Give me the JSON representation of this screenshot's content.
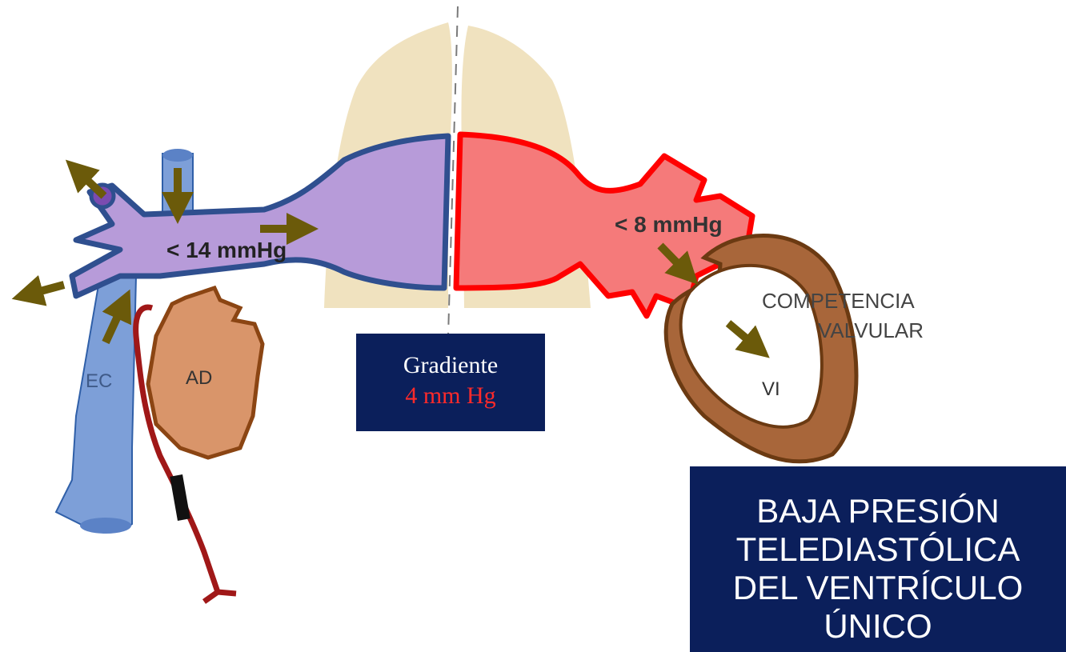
{
  "labels": {
    "pressure_systemic": "< 14 mmHg",
    "pressure_atrial": "< 8 mmHg",
    "ec": "EC",
    "ad": "AD",
    "vi": "VI",
    "competencia_1": "COMPETENCIA",
    "competencia_2": "VALVULAR"
  },
  "gradient_box": {
    "line1": "Gradiente",
    "line2": "4 mm Hg"
  },
  "note_box": {
    "line1": "BAJA PRESIÓN",
    "line2": "TELEDIASTÓLICA",
    "line3": "DEL VENTRÍCULO",
    "line4": "ÚNICO"
  },
  "colors": {
    "lung": "#f0e2bf",
    "pulmonary_artery": "#b79bd9",
    "pulmonary_artery_border": "#2f4f8f",
    "pulmonary_vein": "#f57a7a",
    "pulmonary_vein_border": "#ff0000",
    "vena_cava": "#7d9fd8",
    "atrium": "#d9956a",
    "ventricle": "#a8663a",
    "arrow": "#6b5a0a",
    "catheter": "#a01818",
    "box_bg": "#0b1f5b",
    "gradient_red": "#ff2a2a"
  }
}
